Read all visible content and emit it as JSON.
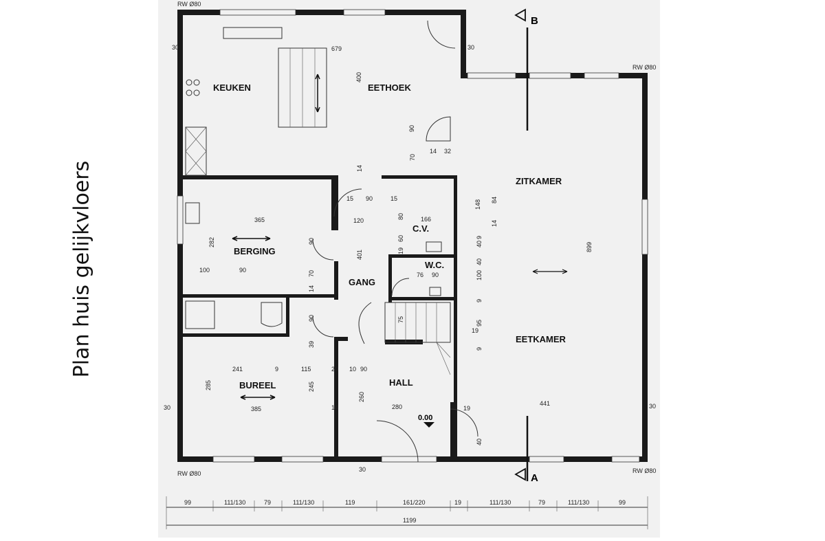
{
  "page": {
    "title": "Plan huis gelijkvloers"
  },
  "rooms": {
    "keuken": "KEUKEN",
    "eethoek": "EETHOEK",
    "zitkamer": "ZITKAMER",
    "eetkamer": "EETKAMER",
    "berging": "BERGING",
    "gang": "GANG",
    "cv": "C.V.",
    "wc": "W.C.",
    "bureel": "BUREEL",
    "hall": "HALL"
  },
  "section_markers": {
    "top": "B",
    "bottom": "A"
  },
  "level": "0.00",
  "rw_labels": {
    "top_left": "RW Ø80",
    "top_right": "RW Ø80",
    "bottom_left": "RW Ø80",
    "bottom_right": "RW Ø80"
  },
  "dimensions": {
    "total_width": "1199",
    "bottom_row": [
      "99",
      "111/130",
      "79",
      "111/130",
      "119",
      "161/220",
      "19",
      "111/130",
      "79",
      "111/130",
      "99"
    ],
    "kitchen_width": "679",
    "kitchen_depth": "400",
    "berging_width": "365",
    "berging_depth": "282",
    "bureel_width_inner": "241",
    "bureel_width": "385",
    "bureel_depth": "285",
    "gang_length": "401",
    "hall_width": "280",
    "hall_depth": "260",
    "living_depth": "899",
    "living_width": "441",
    "cv_width": "166",
    "misc": [
      "30",
      "30",
      "30",
      "30",
      "30",
      "90",
      "14",
      "32",
      "70",
      "14",
      "15",
      "90",
      "15",
      "120",
      "80",
      "40",
      "100",
      "90",
      "90",
      "70",
      "14",
      "90",
      "39",
      "245",
      "115",
      "10",
      "90",
      "20",
      "14",
      "9",
      "76",
      "90",
      "75",
      "9",
      "19",
      "95",
      "9",
      "100",
      "40",
      "19",
      "148",
      "84",
      "14",
      "40",
      "9",
      "19",
      "60"
    ]
  }
}
